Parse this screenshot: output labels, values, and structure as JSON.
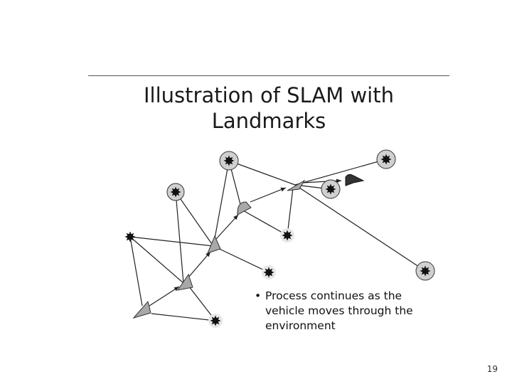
{
  "slide": {
    "title_line1": "Illustration of SLAM with",
    "title_line2": "Landmarks",
    "bullet_symbol": "•",
    "bullet_line1": "Process continues as the",
    "bullet_line2": "vehicle moves through the",
    "bullet_line3": "environment",
    "page_number": "19"
  },
  "colors": {
    "vehicle_fill": "#a8a8a8",
    "current_vehicle_fill": "#333333",
    "landmark_circle_fill": "#d0d0d0",
    "landmark_star": "#111111",
    "line": "#222222"
  }
}
